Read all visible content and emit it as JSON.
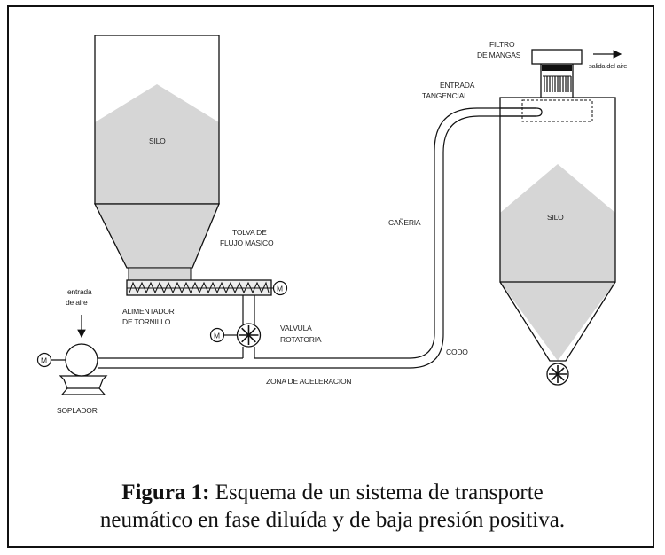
{
  "diagram": {
    "labels": {
      "silo_left": "SILO",
      "silo_right": "SILO",
      "hopper": [
        "TOLVA DE",
        "FLUJO MASICO"
      ],
      "air_inlet": [
        "entrada",
        "de aire"
      ],
      "screw_feeder": [
        "ALIMENTADOR",
        "DE TORNILLO"
      ],
      "rotary_valve": [
        "VALVULA",
        "ROTATORIA"
      ],
      "blower": "SOPLADOR",
      "acceleration_zone": "ZONA DE ACELERACION",
      "elbow": "CODO",
      "pipe": "CAÑERIA",
      "tangential_inlet": [
        "ENTRADA",
        "TANGENCIAL"
      ],
      "bag_filter": [
        "FILTRO",
        "DE MANGAS"
      ],
      "air_outlet": "salida del aire",
      "motor": "M"
    },
    "colors": {
      "fill": "#d6d6d6",
      "stroke": "#111111"
    }
  },
  "caption": {
    "prefix": "Figura 1:",
    "line1": " Esquema de un sistema de transporte",
    "line2": "neumático en fase diluída y de baja presión positiva."
  }
}
